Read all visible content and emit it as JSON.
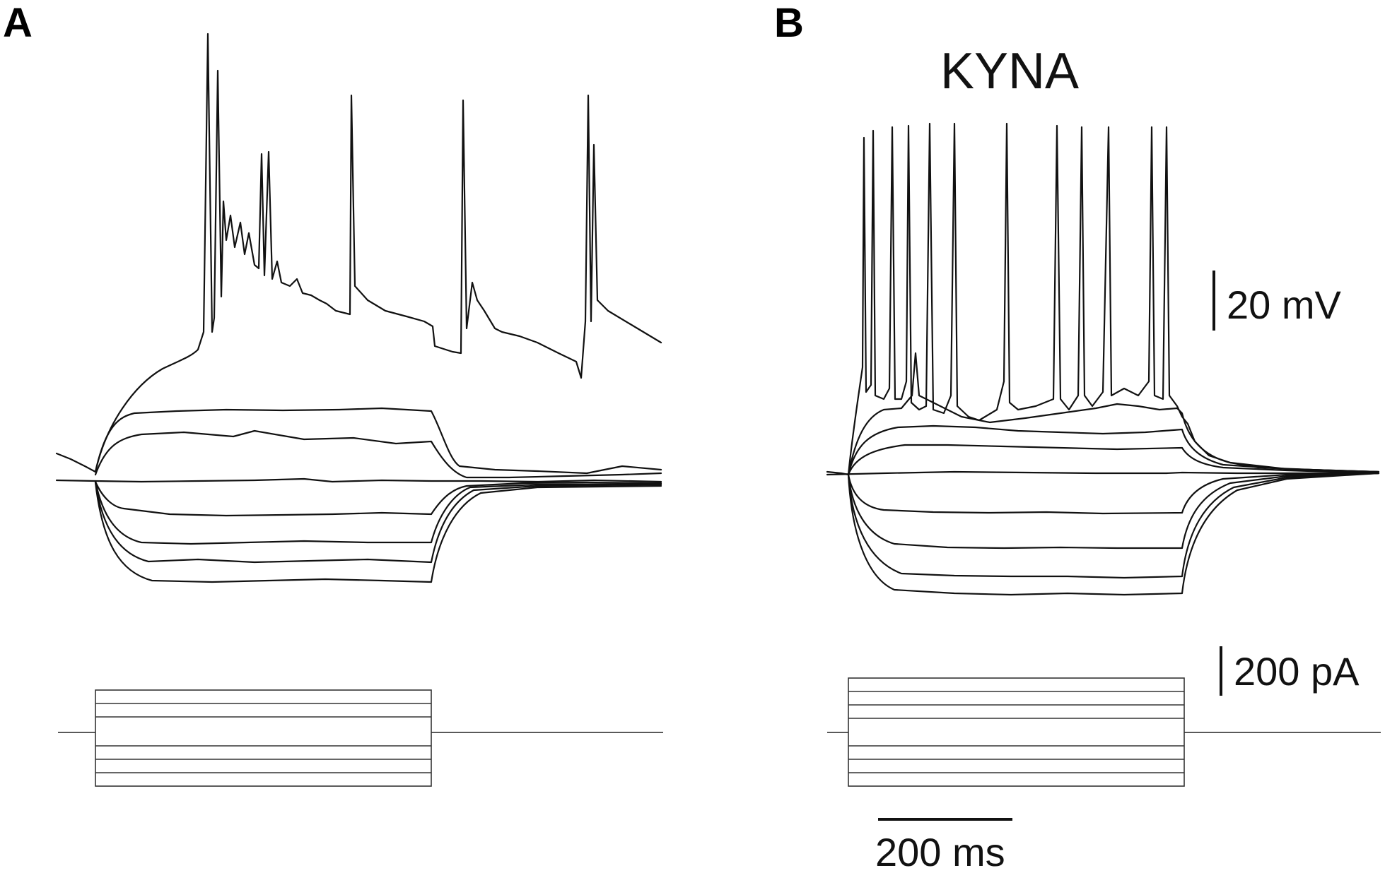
{
  "panels": [
    {
      "letter": "A",
      "condition": ""
    },
    {
      "letter": "B",
      "condition": "KYNA"
    }
  ],
  "scale_bars": {
    "voltage": "20 mV",
    "current": "200 pA",
    "time": "200 ms"
  }
}
